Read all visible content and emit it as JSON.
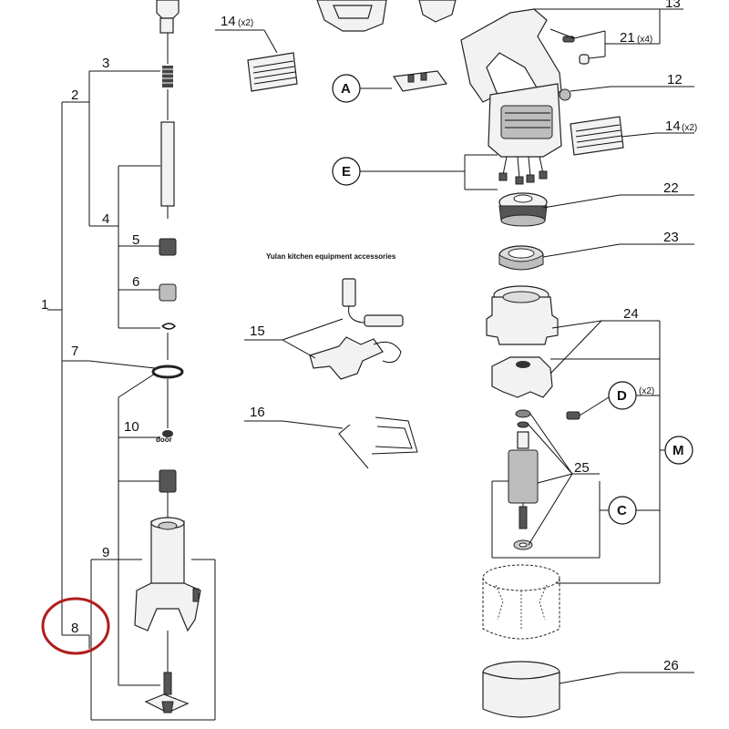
{
  "caption": "Yulan kitchen equipment accessories",
  "overlay_label": "door",
  "highlight_color": "#b01e1e",
  "part_numbers": {
    "p1": "1",
    "p2": "2",
    "p3": "3",
    "p4": "4",
    "p5": "5",
    "p6": "6",
    "p7": "7",
    "p8": "8",
    "p9": "9",
    "p10": "10",
    "p12": "12",
    "p13": "13",
    "p14a": "14",
    "p14b": "14",
    "p15": "15",
    "p16": "16",
    "p21": "21",
    "p22": "22",
    "p23": "23",
    "p24": "24",
    "p25": "25",
    "p26": "26"
  },
  "quantities": {
    "q14a": "(x2)",
    "q14b": "(x2)",
    "q21": "(x4)",
    "qD": "(x2)"
  },
  "callouts": {
    "A": "A",
    "E": "E",
    "D": "D",
    "C": "C",
    "M": "M"
  }
}
